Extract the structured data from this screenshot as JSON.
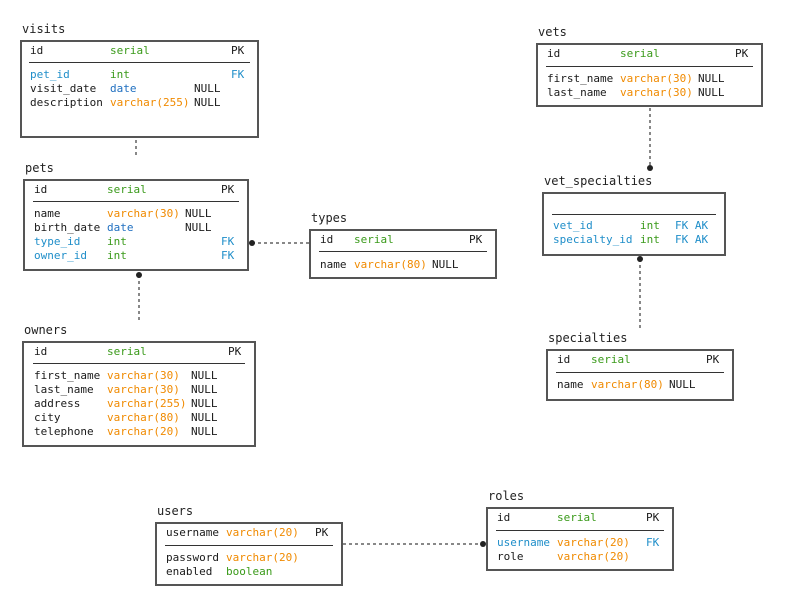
{
  "colors": {
    "border": "#555555",
    "fk": "#1f8ec9",
    "serial": "#3a9a1a",
    "varchar": "#f08a00",
    "date": "#1f6fc0",
    "connector": "#888888",
    "dot": "#222222"
  },
  "tables": {
    "visits": {
      "title": "visits",
      "pk": {
        "name": "id",
        "type": "serial",
        "flag": "PK"
      },
      "rows": [
        {
          "name": "pet_id",
          "type": "int",
          "null": "",
          "flag": "FK"
        },
        {
          "name": "visit_date",
          "type": "date",
          "null": "NULL",
          "flag": ""
        },
        {
          "name": "description",
          "type": "varchar(255)",
          "null": "NULL",
          "flag": ""
        }
      ]
    },
    "pets": {
      "title": "pets",
      "pk": {
        "name": "id",
        "type": "serial",
        "flag": "PK"
      },
      "rows": [
        {
          "name": "name",
          "type": "varchar(30)",
          "null": "NULL",
          "flag": ""
        },
        {
          "name": "birth_date",
          "type": "date",
          "null": "NULL",
          "flag": ""
        },
        {
          "name": "type_id",
          "type": "int",
          "null": "",
          "flag": "FK"
        },
        {
          "name": "owner_id",
          "type": "int",
          "null": "",
          "flag": "FK"
        }
      ]
    },
    "types": {
      "title": "types",
      "pk": {
        "name": "id",
        "type": "serial",
        "flag": "PK"
      },
      "rows": [
        {
          "name": "name",
          "type": "varchar(80)",
          "null": "NULL",
          "flag": ""
        }
      ]
    },
    "owners": {
      "title": "owners",
      "pk": {
        "name": "id",
        "type": "serial",
        "flag": "PK"
      },
      "rows": [
        {
          "name": "first_name",
          "type": "varchar(30)",
          "null": "NULL",
          "flag": ""
        },
        {
          "name": "last_name",
          "type": "varchar(30)",
          "null": "NULL",
          "flag": ""
        },
        {
          "name": "address",
          "type": "varchar(255)",
          "null": "NULL",
          "flag": ""
        },
        {
          "name": "city",
          "type": "varchar(80)",
          "null": "NULL",
          "flag": ""
        },
        {
          "name": "telephone",
          "type": "varchar(20)",
          "null": "NULL",
          "flag": ""
        }
      ]
    },
    "vets": {
      "title": "vets",
      "pk": {
        "name": "id",
        "type": "serial",
        "flag": "PK"
      },
      "rows": [
        {
          "name": "first_name",
          "type": "varchar(30)",
          "null": "NULL",
          "flag": ""
        },
        {
          "name": "last_name",
          "type": "varchar(30)",
          "null": "NULL",
          "flag": ""
        }
      ]
    },
    "vet_specialties": {
      "title": "vet_specialties",
      "pk": null,
      "rows": [
        {
          "name": "vet_id",
          "type": "int",
          "null": "",
          "flag": "FK AK"
        },
        {
          "name": "specialty_id",
          "type": "int",
          "null": "",
          "flag": "FK AK"
        }
      ]
    },
    "specialties": {
      "title": "specialties",
      "pk": {
        "name": "id",
        "type": "serial",
        "flag": "PK"
      },
      "rows": [
        {
          "name": "name",
          "type": "varchar(80)",
          "null": "NULL",
          "flag": ""
        }
      ]
    },
    "users": {
      "title": "users",
      "pk": {
        "name": "username",
        "type": "varchar(20)",
        "flag": "PK"
      },
      "rows": [
        {
          "name": "password",
          "type": "varchar(20)",
          "null": "",
          "flag": ""
        },
        {
          "name": "enabled",
          "type": "boolean",
          "null": "",
          "flag": ""
        }
      ]
    },
    "roles": {
      "title": "roles",
      "pk": {
        "name": "id",
        "type": "serial",
        "flag": "PK"
      },
      "rows": [
        {
          "name": "username",
          "type": "varchar(20)",
          "null": "",
          "flag": "FK"
        },
        {
          "name": "role",
          "type": "varchar(20)",
          "null": "",
          "flag": ""
        }
      ]
    }
  },
  "relationships": [
    {
      "from": "visits",
      "to": "pets"
    },
    {
      "from": "pets",
      "to": "types"
    },
    {
      "from": "pets",
      "to": "owners"
    },
    {
      "from": "vets",
      "to": "vet_specialties"
    },
    {
      "from": "vet_specialties",
      "to": "specialties"
    },
    {
      "from": "users",
      "to": "roles"
    }
  ]
}
